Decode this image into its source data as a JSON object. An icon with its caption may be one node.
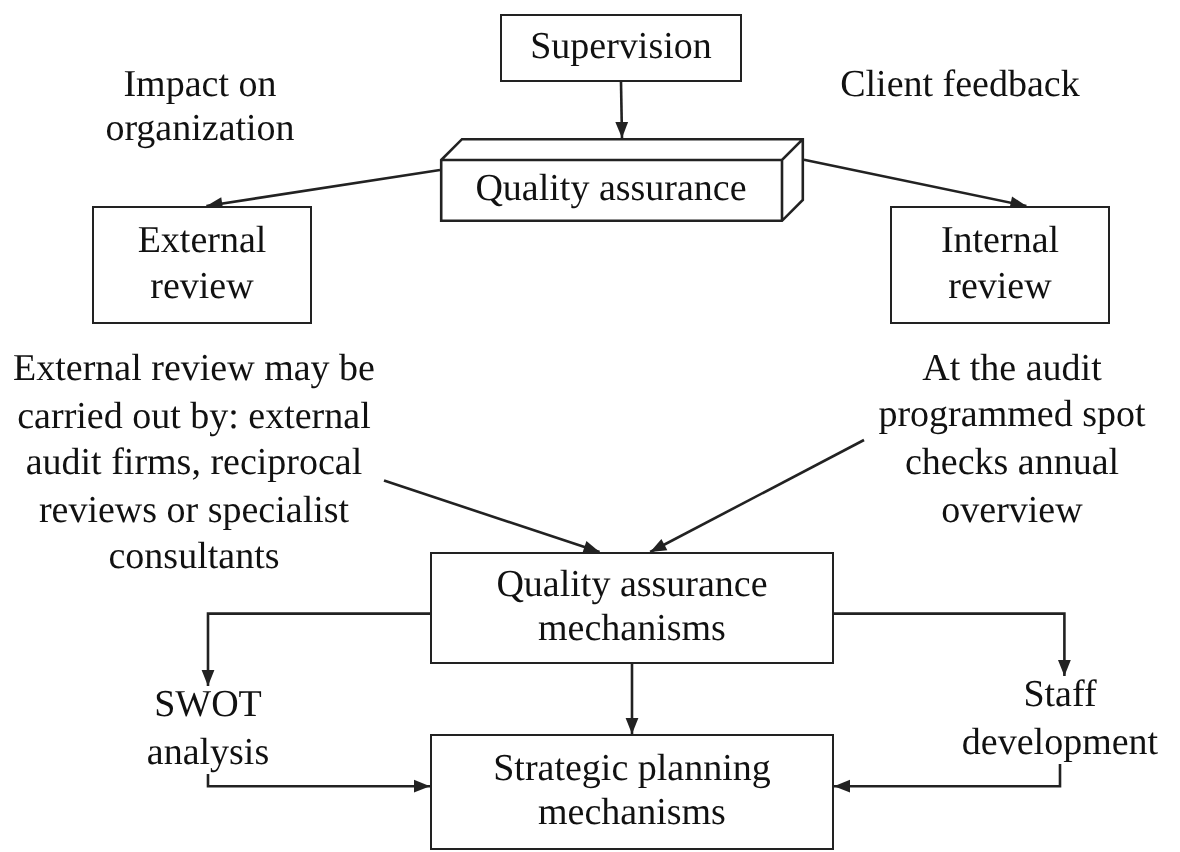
{
  "diagram": {
    "nodes": [
      {
        "text": [
          "Supervision"
        ]
      },
      {
        "text": [
          "Quality assurance"
        ]
      },
      {
        "text": [
          "External review"
        ]
      },
      {
        "text": [
          "Internal review"
        ]
      },
      {
        "text": [
          "External review may be carried out by: external audit firms, reciprocal reviews or specialist consultants"
        ]
      },
      {
        "text": [
          "At the audit programmed spot checks annual overview"
        ]
      },
      {
        "text": [
          "Quality assurance mechanisms"
        ]
      },
      {
        "text": [
          "SWOT analysis"
        ]
      },
      {
        "text": [
          "Staff development"
        ]
      },
      {
        "text": [
          "Strategic planning mechanisms"
        ]
      }
    ],
    "edges": [
      {
        "from": 0,
        "to": 1,
        "arrow": "to"
      },
      {
        "from": 1,
        "to": 2,
        "arrow": "to"
      },
      {
        "from": 1,
        "to": 3,
        "arrow": "to"
      },
      {
        "from": 4,
        "to": 6,
        "arrow": "to"
      },
      {
        "from": 5,
        "to": 6,
        "arrow": "to"
      },
      {
        "from": 6,
        "to": 7,
        "arrow": "to"
      },
      {
        "from": 6,
        "to": 9,
        "arrow": "to"
      },
      {
        "from": 6,
        "to": 8,
        "arrow": "to"
      },
      {
        "from": 7,
        "to": 9,
        "arrow": "to"
      },
      {
        "from": 8,
        "to": 9,
        "arrow": "to"
      }
    ],
    "labels": [
      "Impact on organization",
      "Client feedback"
    ]
  }
}
